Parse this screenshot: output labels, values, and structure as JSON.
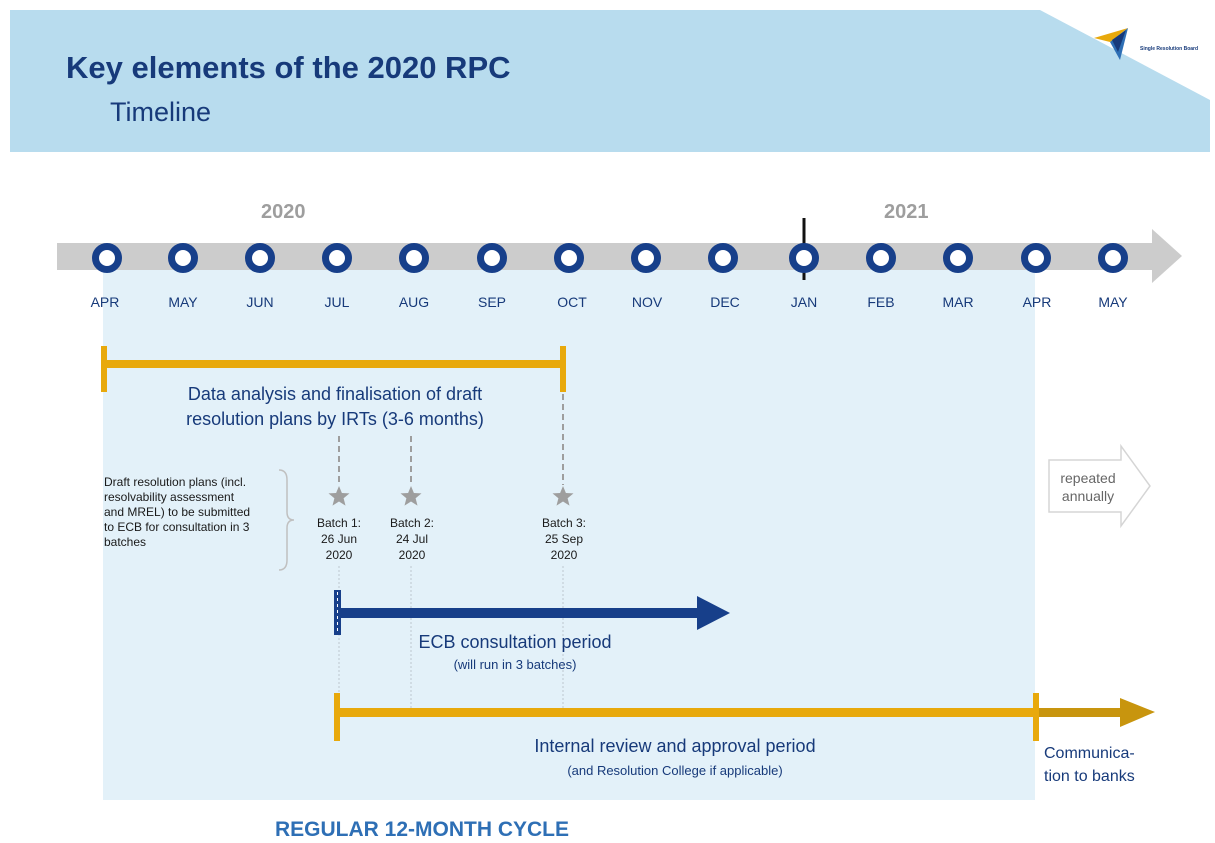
{
  "header": {
    "title": "Key elements of the 2020 RPC",
    "subtitle": "Timeline",
    "logo_text": "Single Resolution Board"
  },
  "timeline": {
    "years": [
      "2020",
      "2021"
    ],
    "months": [
      "APR",
      "MAY",
      "JUN",
      "JUL",
      "AUG",
      "SEP",
      "OCT",
      "NOV",
      "DEC",
      "JAN",
      "FEB",
      "MAR",
      "APR",
      "MAY"
    ]
  },
  "phases": {
    "data_analysis": [
      "Data analysis and finalisation of draft",
      "resolution plans by IRTs (3-6 months)"
    ],
    "ecb_consultation_title": "ECB consultation period",
    "ecb_consultation_sub": "(will run in 3 batches)",
    "internal_review_title": "Internal review and approval period",
    "internal_review_sub": "(and Resolution College if applicable)",
    "communication": [
      "Communica-",
      "tion to banks"
    ]
  },
  "submission_note": [
    "Draft resolution plans (incl.",
    "resolvability assessment",
    "and MREL) to be submitted",
    "to ECB for consultation in 3",
    "batches"
  ],
  "batches": [
    {
      "lines": [
        "Batch 1:",
        "26 Jun",
        "2020"
      ]
    },
    {
      "lines": [
        "Batch 2:",
        "24 Jul",
        "2020"
      ]
    },
    {
      "lines": [
        "Batch 3:",
        "25 Sep",
        "2020"
      ]
    }
  ],
  "repeated_label": [
    "repeated",
    "annually"
  ],
  "footer": "REGULAR 12-MONTH CYCLE",
  "colors": {
    "navy": "#173f8a",
    "gold": "#e8a90c",
    "dark_gold": "#c8950e",
    "panel": "#e3f1f9",
    "header": "#b8dcee",
    "timeline_bar": "#cccccc"
  }
}
